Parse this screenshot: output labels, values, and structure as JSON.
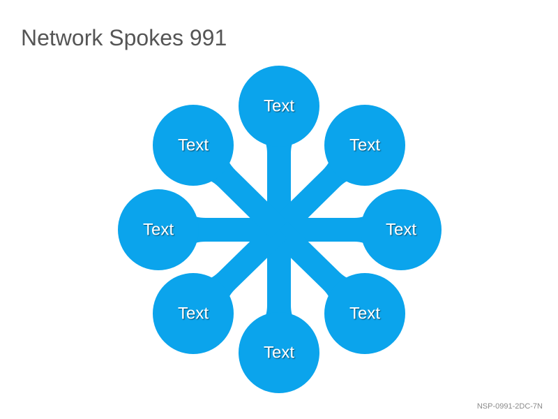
{
  "title": "Network Spokes 991",
  "accent_color": "#0ba4ec",
  "nodes": [
    {
      "label": "Text"
    },
    {
      "label": "Text"
    },
    {
      "label": "Text"
    },
    {
      "label": "Text"
    },
    {
      "label": "Text"
    },
    {
      "label": "Text"
    },
    {
      "label": "Text"
    },
    {
      "label": "Text"
    }
  ],
  "footer_code": "NSP-0991-2DC-7N"
}
